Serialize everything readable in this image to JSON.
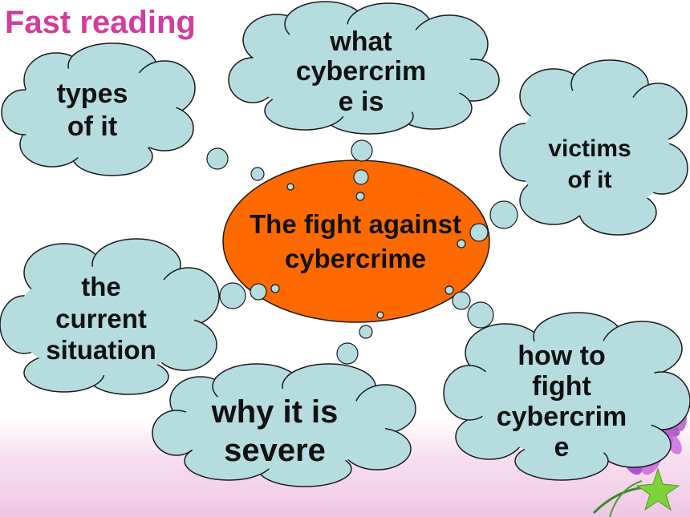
{
  "title": "Fast reading",
  "center": {
    "line1": "The fight against",
    "line2": "cybercrime",
    "fill": "#ff6a00"
  },
  "clouds": [
    {
      "id": "what",
      "lines": [
        "what",
        "cybercrim",
        "e is"
      ]
    },
    {
      "id": "types",
      "lines": [
        "types",
        "of it"
      ]
    },
    {
      "id": "victims",
      "lines": [
        "victims",
        "of it"
      ]
    },
    {
      "id": "current",
      "lines": [
        "the",
        "current",
        "situation"
      ]
    },
    {
      "id": "why",
      "lines": [
        "why it is",
        "severe"
      ]
    },
    {
      "id": "how",
      "lines": [
        "how to",
        "fight",
        "cybercrim",
        "e"
      ]
    }
  ],
  "colors": {
    "cloud_fill": "#b5dde0",
    "cloud_stroke": "#1a1a1a",
    "title": "#d23c9a"
  }
}
